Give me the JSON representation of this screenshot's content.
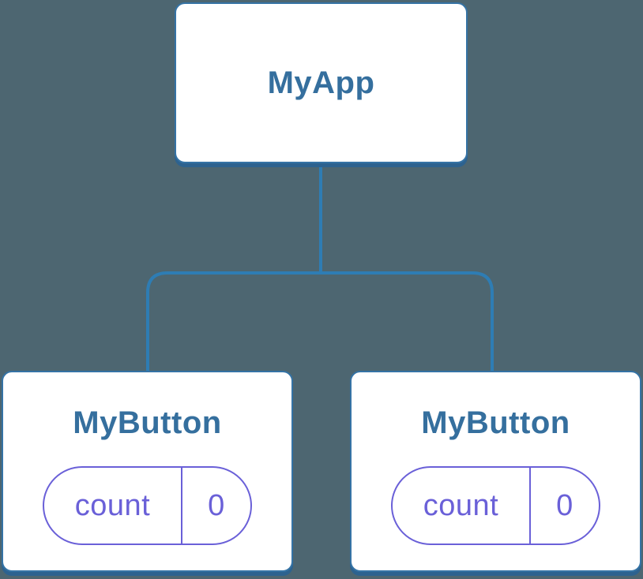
{
  "diagram": {
    "title": "component-tree",
    "root": {
      "label": "MyApp"
    },
    "children": [
      {
        "label": "MyButton",
        "state_key": "count",
        "state_value": "0"
      },
      {
        "label": "MyButton",
        "state_key": "count",
        "state_value": "0"
      }
    ]
  },
  "colors": {
    "background": "#4d6671",
    "connector": "#2e7db4",
    "card_fill": "#ffffff",
    "card_border": "#3573a5",
    "card_shadow": "#2d628f",
    "heading_text": "#356f9e",
    "state_accent": "#6a60d8"
  }
}
